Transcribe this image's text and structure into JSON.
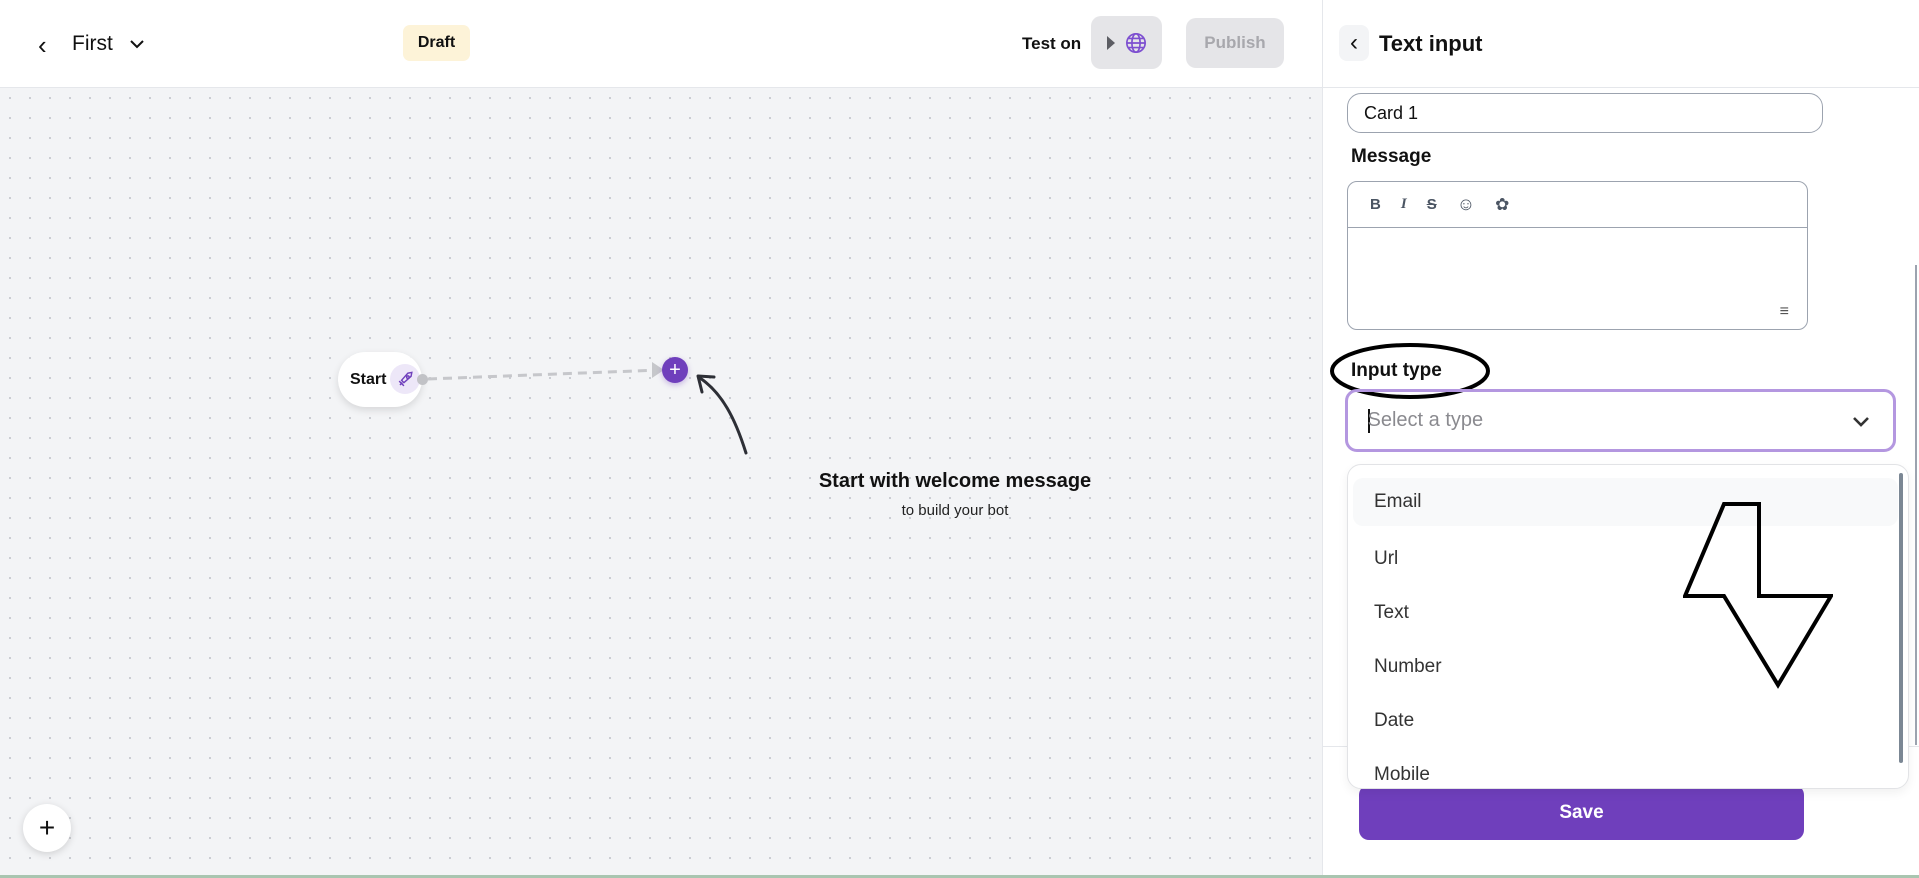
{
  "header": {
    "flow_name": "First",
    "status_badge": "Draft",
    "test_on_label": "Test on",
    "publish_label": "Publish"
  },
  "canvas": {
    "start_node_label": "Start",
    "hint_title": "Start with welcome message",
    "hint_subtitle": "to build your bot"
  },
  "panel": {
    "title": "Text input",
    "card_name_value": "Card 1",
    "message_label": "Message",
    "message_value": "",
    "input_type_label": "Input type",
    "input_type_placeholder": "Select a type",
    "options": [
      "Email",
      "Url",
      "Text",
      "Number",
      "Date",
      "Mobile"
    ],
    "save_label": "Save"
  },
  "colors": {
    "accent": "#6f3fbc",
    "badge_bg": "#fdf3d8",
    "canvas_bg": "#f3f4f6"
  }
}
